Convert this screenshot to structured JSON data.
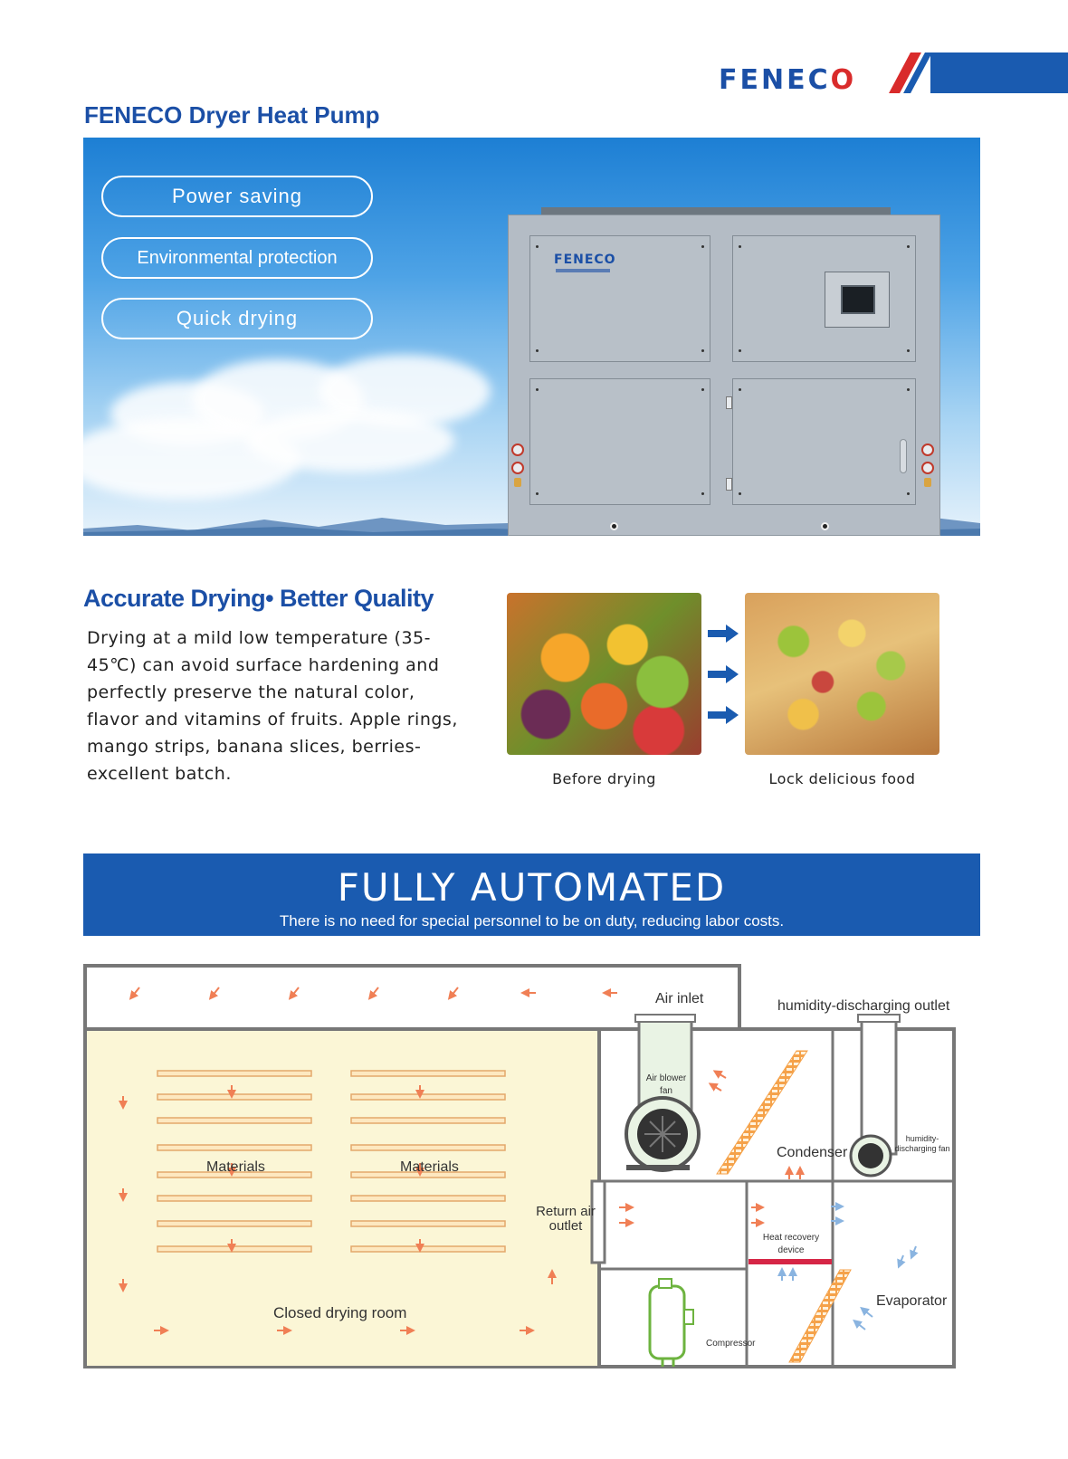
{
  "brand": {
    "logo_text_a": "FENEC",
    "logo_text_b": "O"
  },
  "page_title": "FENECO Dryer Heat Pump",
  "hero": {
    "features": [
      "Power saving",
      "Environmental protection",
      "Quick drying"
    ],
    "machine_logo": "FENECO"
  },
  "quality": {
    "title": "Accurate Drying• Better Quality",
    "description": "Drying at a mild low temperature (35-45℃) can avoid surface hardening and perfectly preserve the natural color, flavor and vitamins of fruits. Apple rings, mango strips, banana slices, berries-excellent batch.",
    "before_caption": "Before drying",
    "after_caption": "Lock delicious food"
  },
  "banner": {
    "title": "FULLY AUTOMATED",
    "subtitle": "There is no need for special personnel to be on duty, reducing labor costs."
  },
  "diagram": {
    "air_inlet": "Air inlet",
    "humidity_outlet": "humidity-discharging outlet",
    "air_blower_fan": "Air blower fan",
    "condenser": "Condenser",
    "humidity_fan": "humidity-discharging fan",
    "materials_left": "Materials",
    "materials_right": "Materials",
    "return_air_outlet": "Return air outlet",
    "heat_recovery": "Heat recovery device",
    "evaporator": "Evaporator",
    "compressor": "Compressor",
    "closed_room": "Closed drying room"
  },
  "colors": {
    "brand_blue": "#1a5bb0",
    "title_blue": "#1b4fa6",
    "accent_red": "#d92b2b",
    "room_fill": "#fbf6d6",
    "arrow_orange": "#f07f55"
  }
}
